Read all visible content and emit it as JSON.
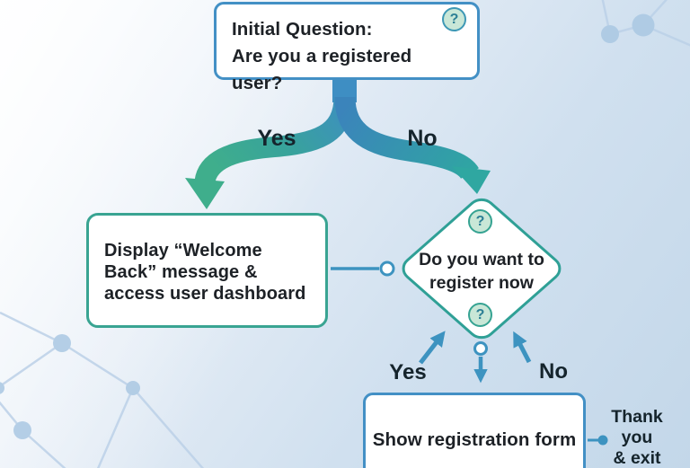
{
  "flow": {
    "initial": {
      "line1": "Initial Question:",
      "line2": "Are you a registered user?"
    },
    "branch_yes_label": "Yes",
    "branch_no_label": "No",
    "welcome": {
      "line1": "Display “Welcome",
      "line2": "Back” message &",
      "line3": "access user dashboard"
    },
    "decision": {
      "line1": "Do you want to",
      "line2": "register now"
    },
    "decision_yes_label": "Yes",
    "decision_no_label": "No",
    "registration": {
      "label": "Show registration form"
    },
    "exit": {
      "line1": "Thank",
      "line2": "you",
      "line3": "& exit"
    },
    "question_glyph": "?"
  },
  "colors": {
    "arrow_blue": "#3d93c0",
    "branch_green": "#3fae8c",
    "branch_teal_end": "#2fa7a1",
    "box_border_blue": "#4390c5",
    "box_border_teal": "#39a492",
    "diamond_border": "#2fa096",
    "icon_fill": "#c9e7d7",
    "icon_ring_teal": "#36a392",
    "icon_glyph": "#2c7f95",
    "text_dark": "#1d2126",
    "background_deco": "#b3cce5"
  }
}
